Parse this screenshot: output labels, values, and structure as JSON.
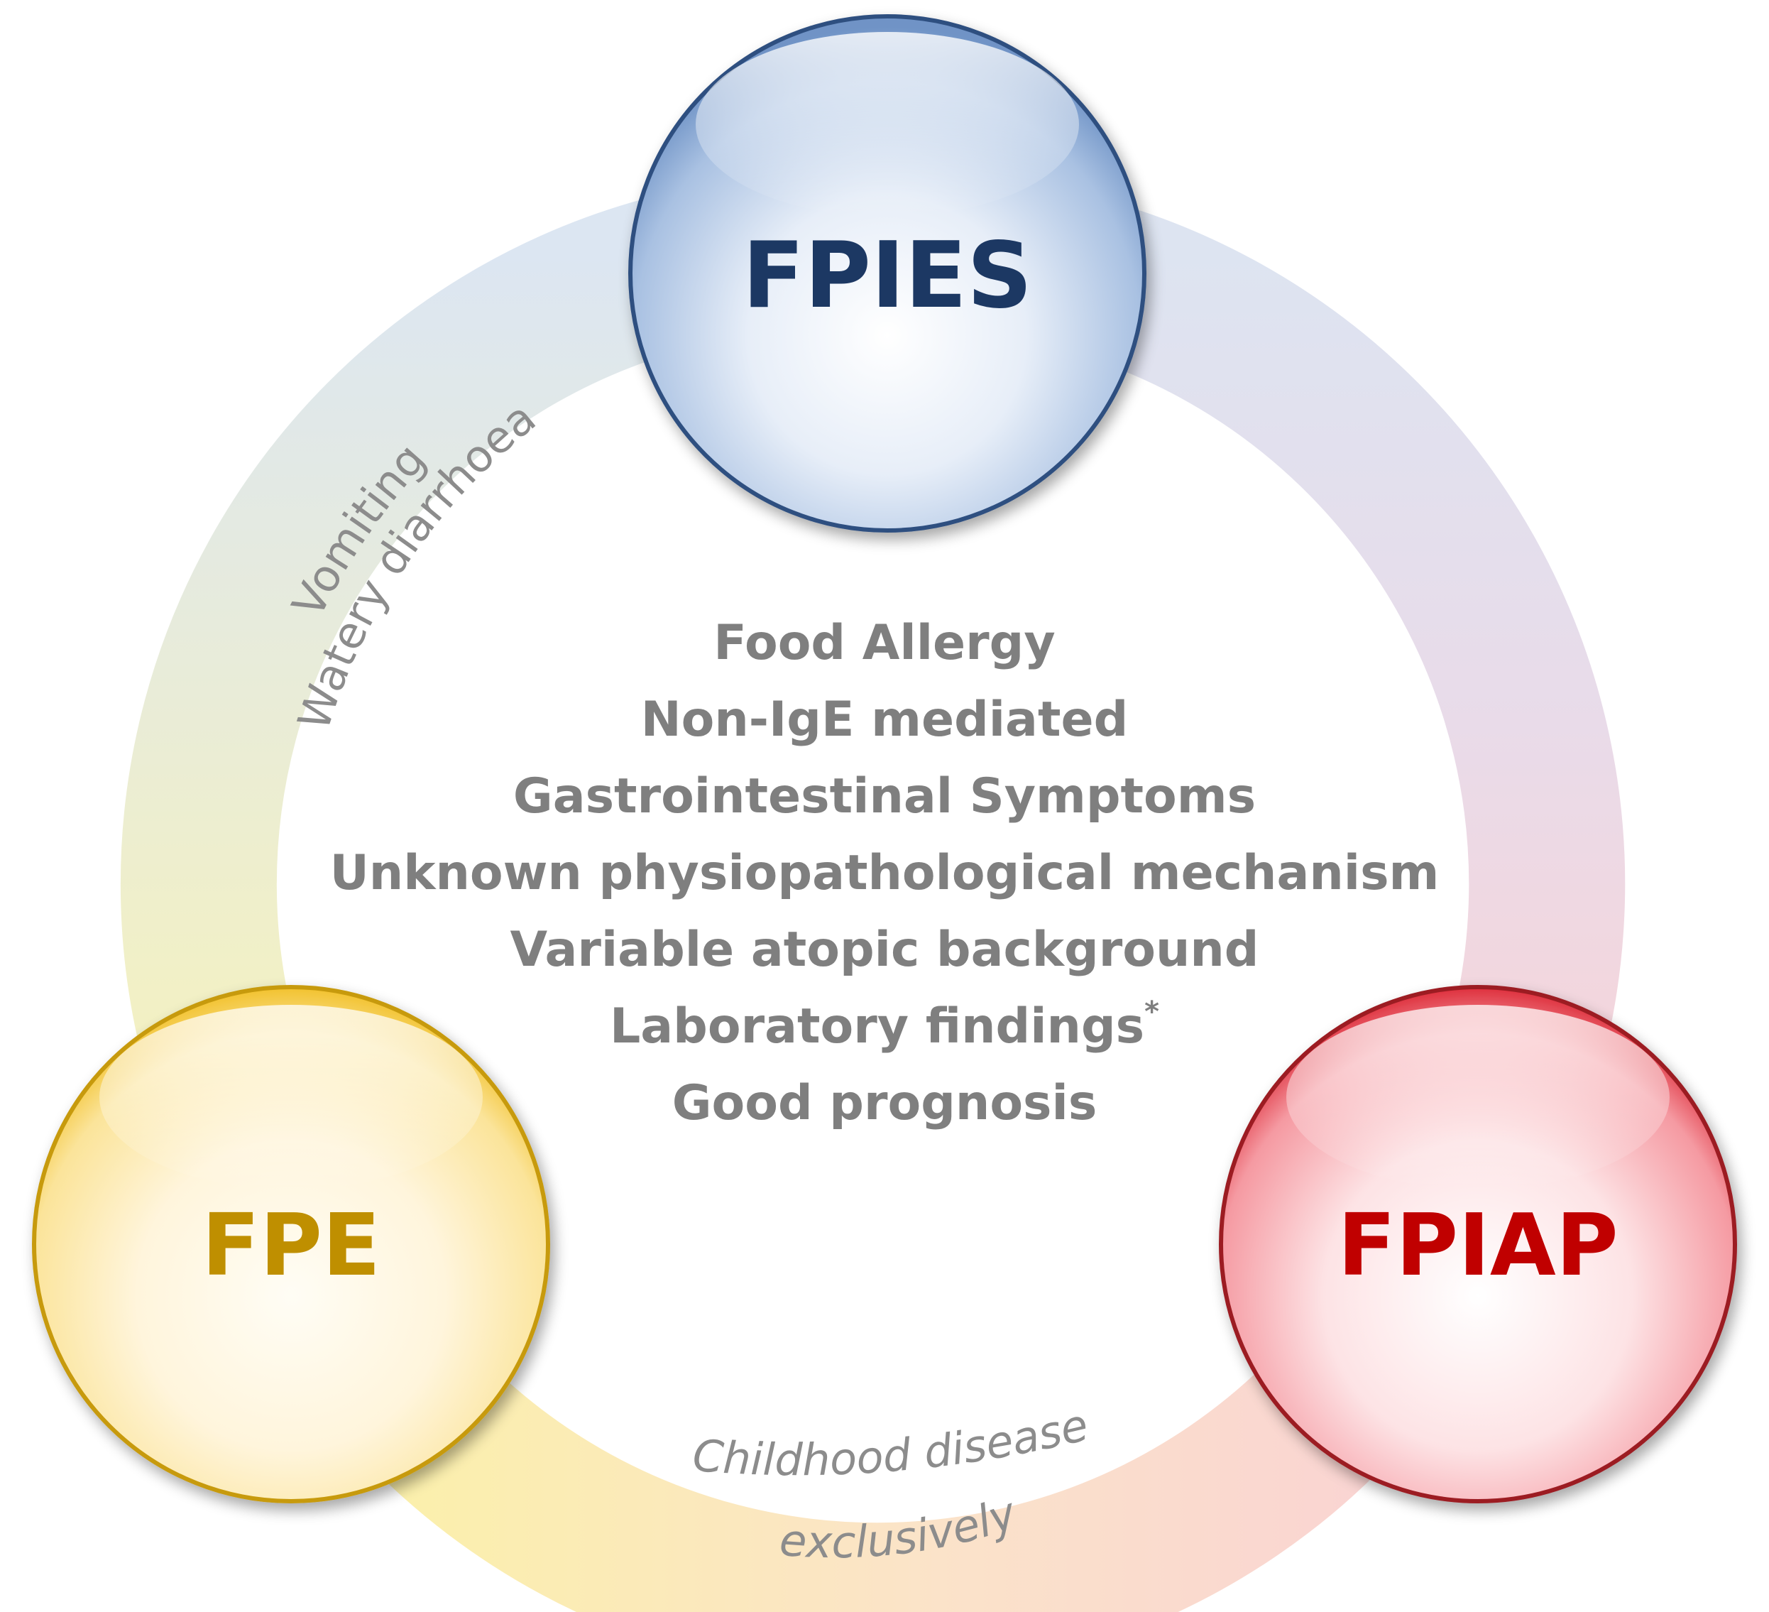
{
  "nodes": {
    "fpies": {
      "label": "FPIES",
      "color": "#1f3864"
    },
    "fpe": {
      "label": "FPE",
      "color": "#bf8f00"
    },
    "fpiap": {
      "label": "FPIAP",
      "color": "#c00000"
    }
  },
  "center_text": {
    "lines": [
      "Food Allergy",
      "Non-IgE mediated",
      "Gastrointestinal Symptoms",
      "Unknown physiopathological mechanism",
      "Variable atopic background",
      "Laboratory findings",
      "Good prognosis"
    ],
    "laboratory_footnote_mark": "*"
  },
  "edge_labels": {
    "fpies_fpe": {
      "line1": "Vomiting",
      "line2": "Watery diarrhoea"
    },
    "fpe_fpiap": {
      "line1": "Childhood disease",
      "line2": "exclusively"
    }
  },
  "colors": {
    "text_gray": "#7f7f7f",
    "ring_blue": "#dbe4f1",
    "ring_yellow": "#fbf3b8",
    "ring_pink": "#f9d6d9"
  }
}
